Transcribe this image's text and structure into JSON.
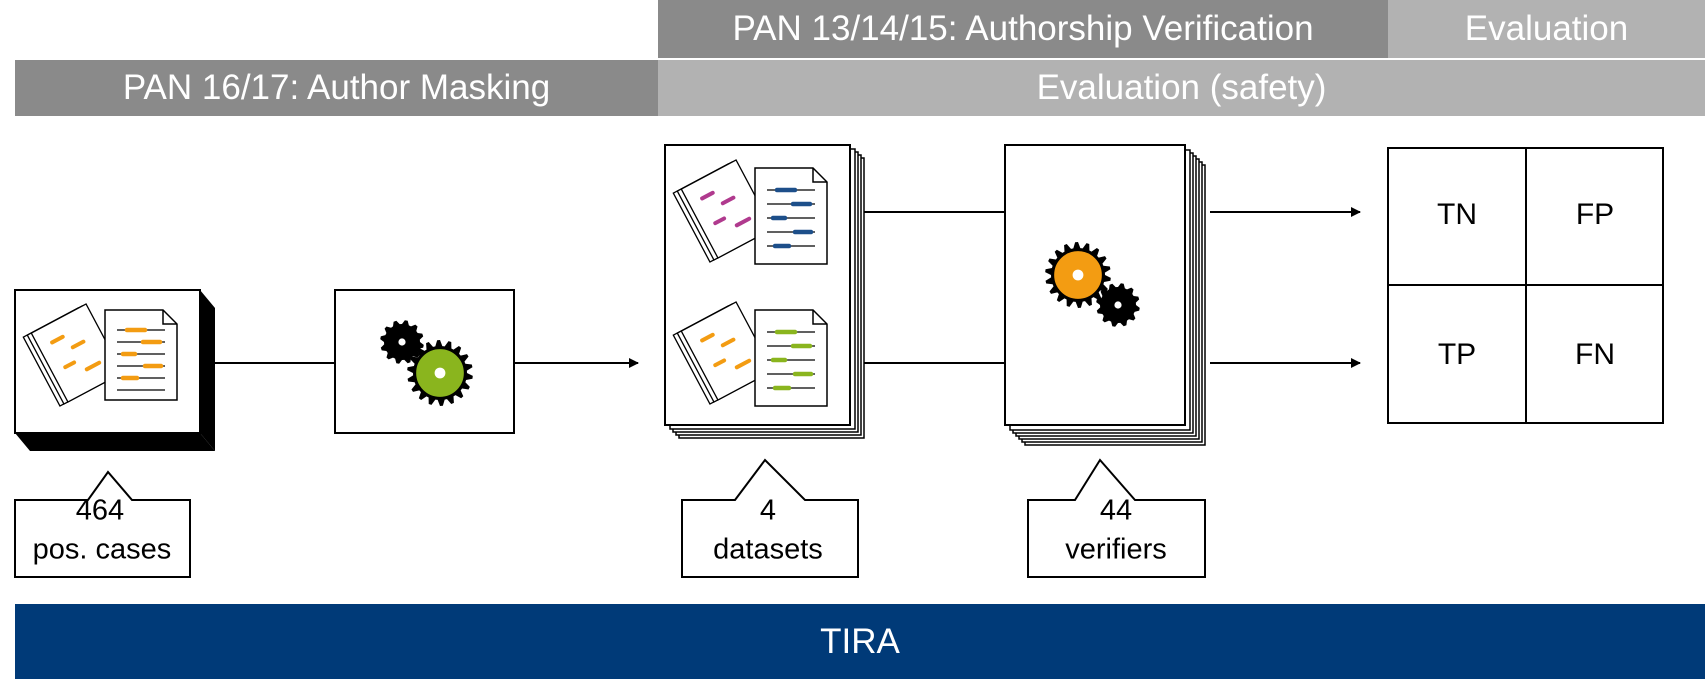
{
  "headers": {
    "authorship_verification": "PAN 13/14/15: Authorship Verification",
    "evaluation": "Evaluation",
    "author_masking": "PAN 16/17: Author Masking",
    "evaluation_safety": "Evaluation (safety)"
  },
  "callouts": {
    "cases": {
      "count": "464",
      "label": "pos. cases"
    },
    "datasets": {
      "count": "4",
      "label": "datasets"
    },
    "verifiers": {
      "count": "44",
      "label": "verifiers"
    }
  },
  "confusion_matrix": {
    "tn": "TN",
    "fp": "FP",
    "tp": "TP",
    "fn": "FN"
  },
  "platform": {
    "label": "TIRA"
  },
  "colors": {
    "header_dark": "#8a8a8a",
    "header_light": "#b2b2b2",
    "platform": "#003a78",
    "orange": "#f39c12",
    "green": "#8ab51e",
    "magenta": "#b03a8e",
    "blue": "#1d4f8a"
  }
}
